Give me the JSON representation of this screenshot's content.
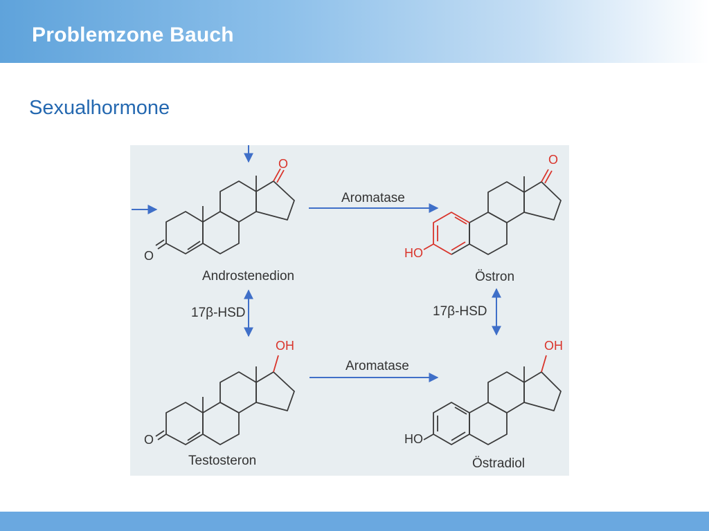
{
  "header": {
    "title": "Problemzone Bauch"
  },
  "slide": {
    "subtitle": "Sexualhormone"
  },
  "diagram": {
    "compounds": {
      "androstenedion": "Androstenedion",
      "oestron": "Östron",
      "testosteron": "Testosteron",
      "oestradiol": "Östradiol"
    },
    "enzymes": {
      "aromatase_top": "Aromatase",
      "aromatase_bottom": "Aromatase",
      "hsd_left": "17β-HSD",
      "hsd_right": "17β-HSD"
    },
    "atoms": {
      "androstenedion_keto_17": "O",
      "androstenedion_keto_3": "O",
      "oestron_keto_17": "O",
      "oestron_hydroxy_3": "HO",
      "testosteron_hydroxy_17": "OH",
      "testosteron_keto_3": "O",
      "oestradiol_hydroxy_17": "OH",
      "oestradiol_hydroxy_3": "HO"
    },
    "colors": {
      "background": "#e8eef1",
      "bond": "#3a3a3a",
      "arrow": "#3f6fc8",
      "highlight": "#d9342b"
    }
  }
}
